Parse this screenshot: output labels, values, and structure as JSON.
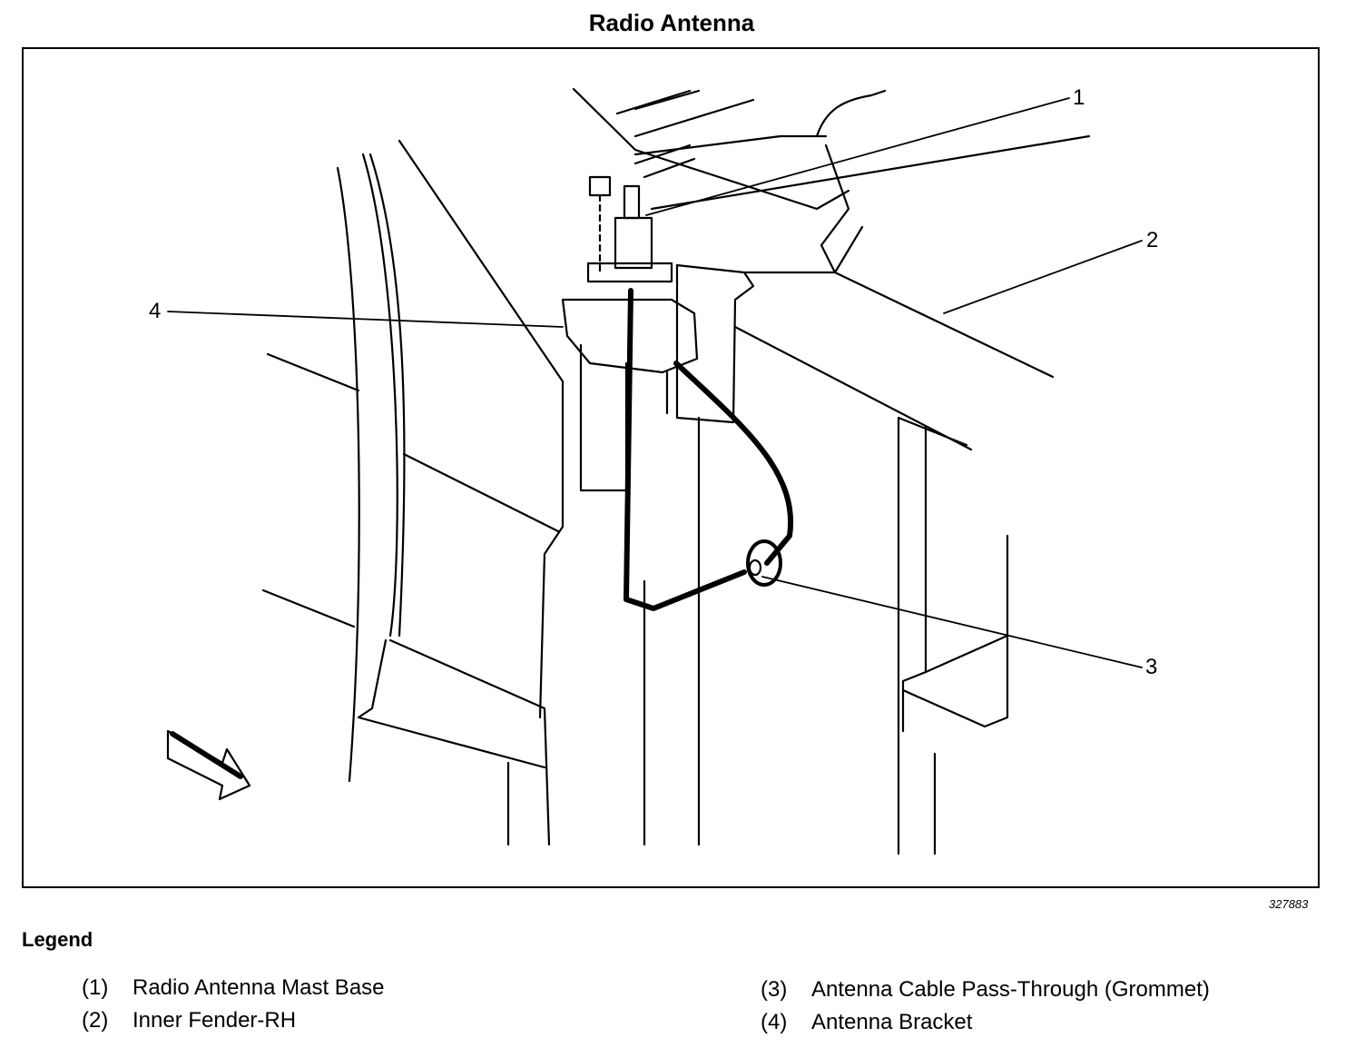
{
  "title": "Radio Antenna",
  "figure_number": "327883",
  "callouts": [
    "1",
    "2",
    "3",
    "4"
  ],
  "legend": {
    "heading": "Legend",
    "items": [
      {
        "num": "(1)",
        "label": "Radio Antenna Mast Base"
      },
      {
        "num": "(2)",
        "label": "Inner Fender-RH"
      },
      {
        "num": "(3)",
        "label": "Antenna Cable Pass-Through (Grommet)"
      },
      {
        "num": "(4)",
        "label": "Antenna Bracket"
      }
    ]
  }
}
